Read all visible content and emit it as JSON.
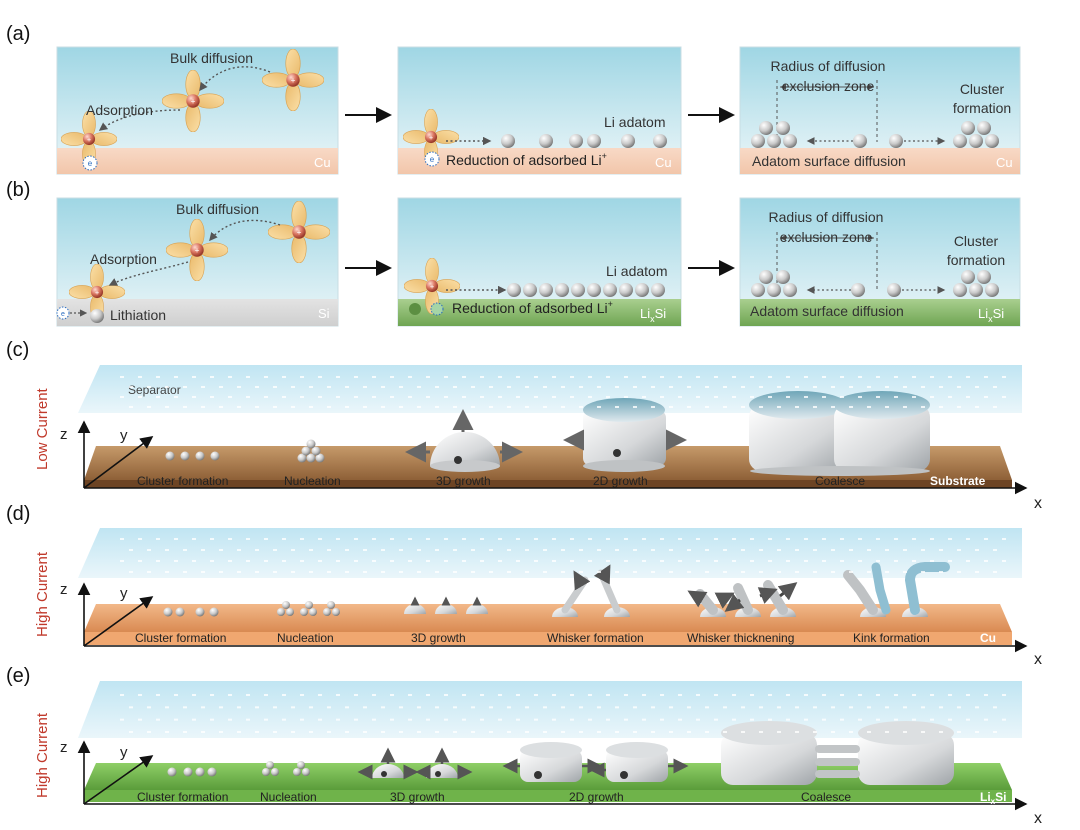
{
  "panel_letters": {
    "a": "(a)",
    "b": "(b)",
    "c": "(c)",
    "d": "(d)",
    "e": "(e)"
  },
  "row_a": {
    "box1": {
      "bulk": "Bulk diffusion",
      "adsorption": "Adsorption",
      "substrate": "Cu",
      "electron": "e"
    },
    "box2": {
      "adatom": "Li adatom",
      "reduction": "Reduction of adsorbed Li",
      "plus": "+",
      "substrate": "Cu",
      "electron": "e"
    },
    "box3": {
      "radius_1": "Radius of diffusion",
      "radius_2": "exclusion zone",
      "cluster_1": "Cluster",
      "cluster_2": "formation",
      "surface": "Adatom surface diffusion",
      "substrate": "Cu"
    }
  },
  "row_b": {
    "box1": {
      "bulk": "Bulk diffusion",
      "adsorption": "Adsorption",
      "lithiation": "Lithiation",
      "substrate": "Si",
      "electron": "e"
    },
    "box2": {
      "adatom": "Li adatom",
      "reduction": "Reduction of adsorbed Li",
      "plus": "+",
      "sub_li": "Li",
      "sub_x": "x",
      "sub_si": "Si"
    },
    "box3": {
      "radius_1": "Radius of diffusion",
      "radius_2": "exclusion zone",
      "cluster_1": "Cluster",
      "cluster_2": "formation",
      "surface": "Adatom surface diffusion",
      "sub_li": "Li",
      "sub_x": "x",
      "sub_si": "Si"
    }
  },
  "row_c": {
    "side": "Low Current",
    "separator": "Separator",
    "z": "z",
    "y": "y",
    "x": "x",
    "stages": [
      "Cluster formation",
      "Nucleation",
      "3D growth",
      "2D growth",
      "Coalesce"
    ],
    "substrate": "Substrate"
  },
  "row_d": {
    "side": "High Current",
    "z": "z",
    "y": "y",
    "x": "x",
    "stages": [
      "Cluster formation",
      "Nucleation",
      "3D growth",
      "Whisker formation",
      "Whisker thicknening",
      "Kink formation"
    ],
    "substrate": "Cu"
  },
  "row_e": {
    "side": "High Current",
    "z": "z",
    "y": "y",
    "x": "x",
    "stages": [
      "Cluster formation",
      "Nucleation",
      "3D growth",
      "2D growth",
      "Coalesce"
    ],
    "sub_li": "Li",
    "sub_x": "x",
    "sub_si": "Si"
  }
}
